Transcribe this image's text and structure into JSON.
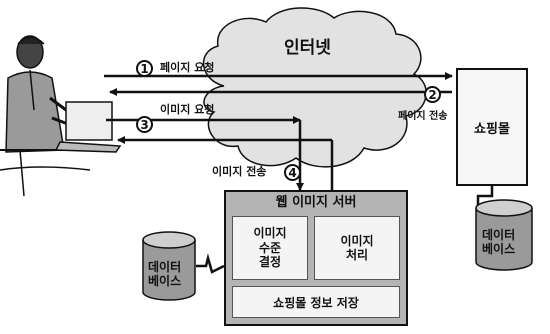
{
  "cloud": {
    "label": "인터넷"
  },
  "arrows": {
    "page_request": {
      "step": "1",
      "label": "페이지 요청"
    },
    "page_transfer": {
      "step": "2",
      "label": "페이지 전송"
    },
    "image_request": {
      "step": "3",
      "label": "이미지 요청"
    },
    "image_transfer": {
      "step": "4",
      "label": "이미지 전송"
    }
  },
  "shopping_mall": {
    "label": "쇼핑몰"
  },
  "databases": {
    "right": "데이터\n베이스",
    "left": "데이터\n베이스"
  },
  "web_image_server": {
    "title": "웹 이미지 서버",
    "level_decision": "이미지\n수준\n결정",
    "image_processing": "이미지\n처리",
    "store_info": "쇼핑몰 정보 저장"
  },
  "colors": {
    "line": "#111111",
    "cloud": "#e2e2e2",
    "server_bg": "#b4b4b4",
    "panel": "#f4f4f4",
    "db": "#9a9a9a"
  }
}
